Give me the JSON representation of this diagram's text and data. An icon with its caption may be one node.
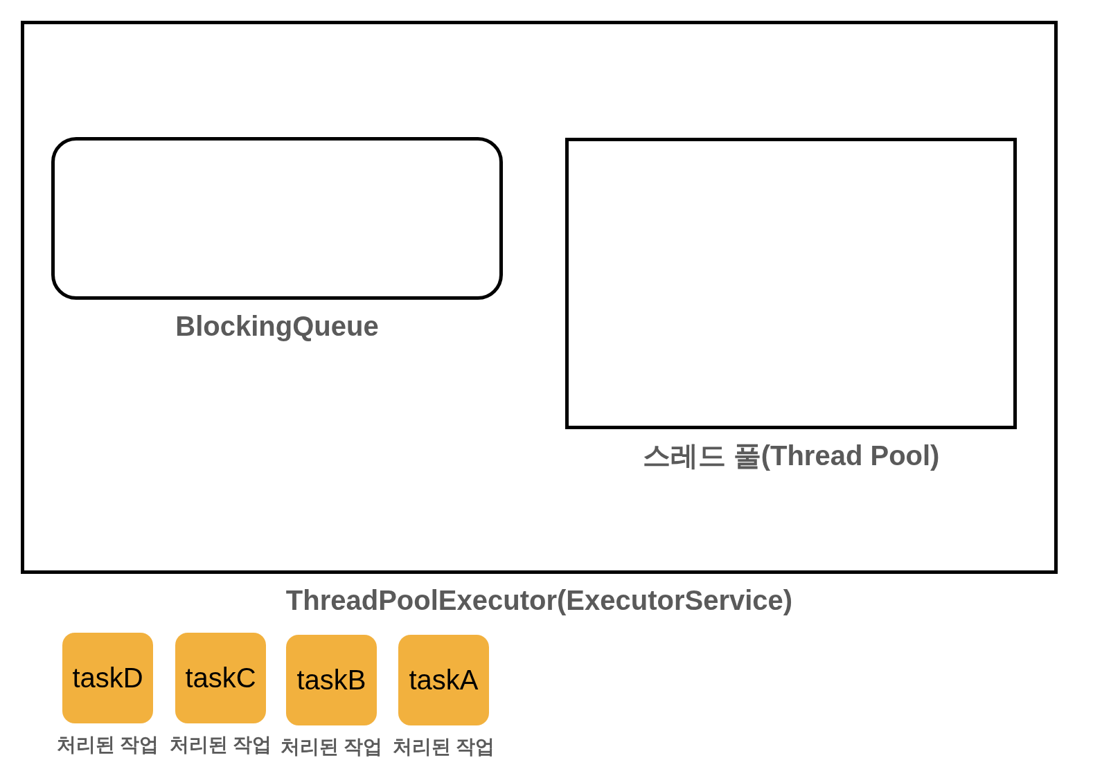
{
  "diagram": {
    "nodes": [
      {
        "text": [
          "ThreadPoolExecutor(ExecutorService)"
        ]
      },
      {
        "text": [
          "BlockingQueue"
        ],
        "in": 0
      },
      {
        "text": [
          "스레드 풀(Thread Pool)"
        ],
        "in": 0
      },
      {
        "text": [
          "taskD"
        ],
        "beside": [
          "처리된 작업"
        ]
      },
      {
        "text": [
          "taskC"
        ],
        "beside": [
          "처리된 작업"
        ]
      },
      {
        "text": [
          "taskB"
        ],
        "beside": [
          "처리된 작업"
        ]
      },
      {
        "text": [
          "taskA"
        ],
        "beside": [
          "처리된 작업"
        ]
      }
    ],
    "edges": []
  }
}
